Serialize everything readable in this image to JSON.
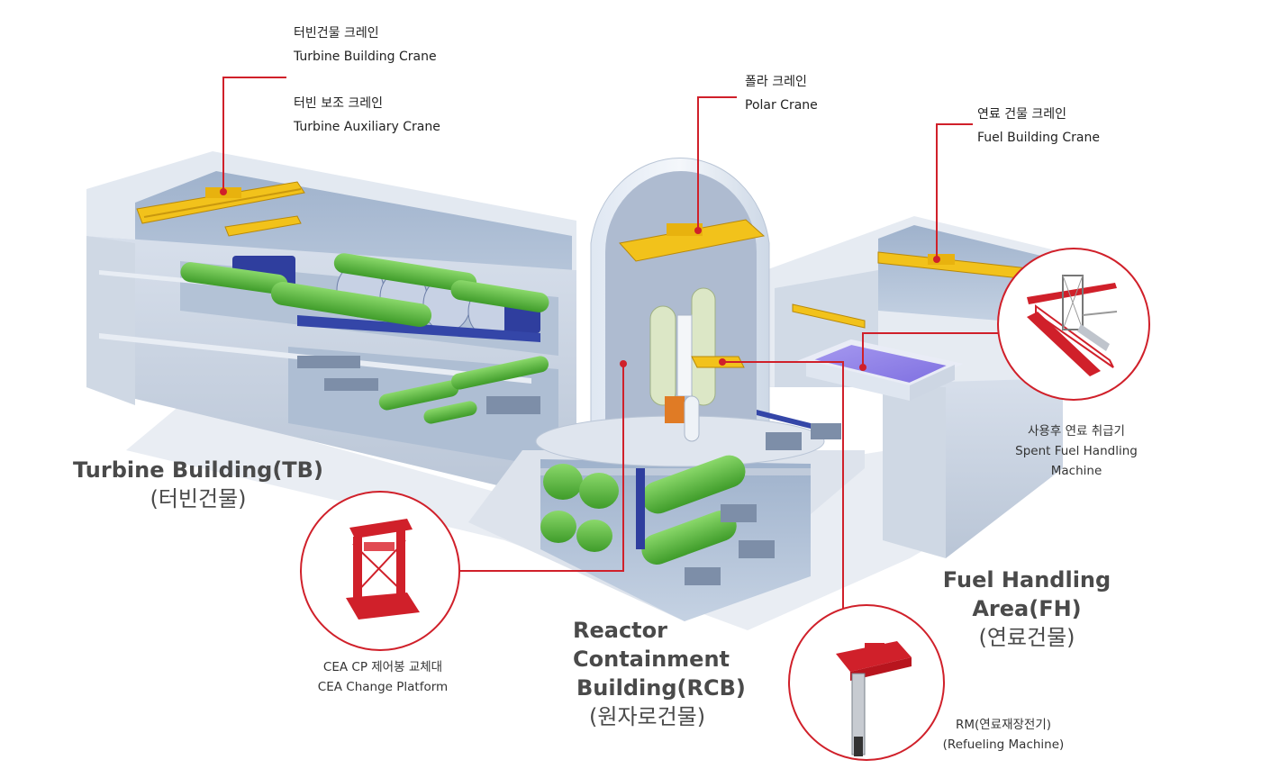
{
  "colors": {
    "accent": "#d0202a",
    "crane": "#f2c21b",
    "tank": "#5fbf3e",
    "turbine": "#2f3e9e",
    "pool": "#8e7ee8",
    "structure": "#c9d3e2"
  },
  "callouts": {
    "turbine_crane": {
      "ko": "터빈건물 크레인",
      "en": "Turbine Building Crane"
    },
    "turbine_aux_crane": {
      "ko": "터빈 보조 크레인",
      "en": "Turbine Auxiliary Crane"
    },
    "polar_crane": {
      "ko": "폴라 크레인",
      "en": "Polar Crane"
    },
    "fuel_building_crane": {
      "ko": "연료 건물 크레인",
      "en": "Fuel Building Crane"
    },
    "spent_fuel": {
      "ko": "사용후 연료 취급기",
      "en1": "Spent Fuel Handling",
      "en2": "Machine"
    },
    "cea_platform": {
      "ko": "CEA CP 제어봉 교체대",
      "en": "CEA Change Platform"
    },
    "refueling": {
      "ko": "RM(연료재장전기)",
      "en": "(Refueling Machine)"
    }
  },
  "areas": {
    "tb": {
      "line1": "Turbine Building(TB)",
      "ko": "(터빈건물)"
    },
    "rcb": {
      "line1": "Reactor",
      "line2": "Containment",
      "line3": "Building(RCB)",
      "ko": "(원자로건물)"
    },
    "fh": {
      "line1": "Fuel Handling",
      "line2": "Area(FH)",
      "ko": "(연료건물)"
    }
  }
}
